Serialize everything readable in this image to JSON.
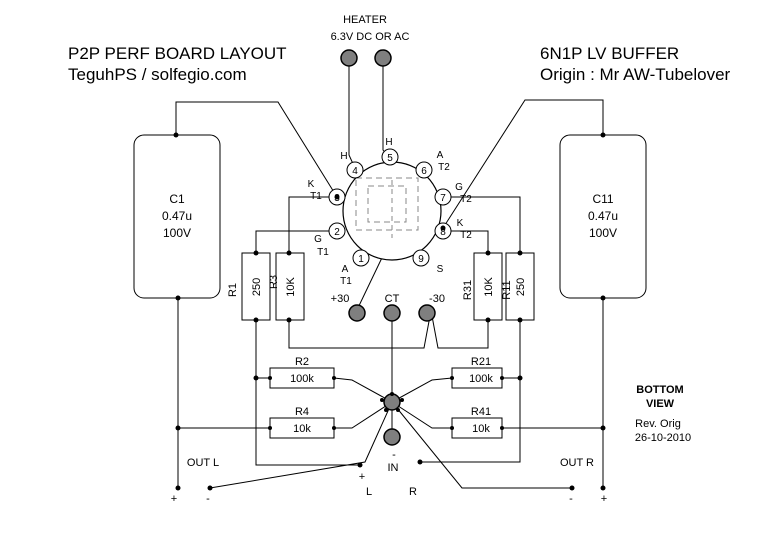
{
  "header": {
    "left_title": "P2P PERF BOARD LAYOUT",
    "left_subtitle": "TeguhPS / solfegio.com",
    "right_title": "6N1P LV BUFFER",
    "right_subtitle": "Origin : Mr AW-Tubelover",
    "heater_label": "HEATER",
    "heater_sub": "6.3V DC OR AC"
  },
  "capacitors": {
    "c1": {
      "name": "C1",
      "value": "0.47u",
      "rating": "100V"
    },
    "c11": {
      "name": "C11",
      "value": "0.47u",
      "rating": "100V"
    }
  },
  "resistors": {
    "r1": {
      "name": "R1",
      "value": "250"
    },
    "r3": {
      "name": "R3",
      "value": "10K"
    },
    "r31": {
      "name": "R31",
      "value": "10K"
    },
    "r11": {
      "name": "R11",
      "value": "250"
    },
    "r2": {
      "name": "R2",
      "value": "100k"
    },
    "r21": {
      "name": "R21",
      "value": "100k"
    },
    "r4": {
      "name": "R4",
      "value": "10k"
    },
    "r41": {
      "name": "R41",
      "value": "10k"
    }
  },
  "tube": {
    "pins": [
      "1",
      "2",
      "3",
      "4",
      "5",
      "6",
      "7",
      "8",
      "9"
    ],
    "pin_labels": {
      "p1": [
        "A",
        "T1"
      ],
      "p2": [
        "G",
        "T1"
      ],
      "p3": [
        "K",
        "T1"
      ],
      "p4": "H",
      "p5": "H",
      "p6": [
        "A",
        "T2"
      ],
      "p7": [
        "G",
        "T2"
      ],
      "p8": [
        "K",
        "T2"
      ],
      "p9": "S"
    }
  },
  "supply": {
    "plus": "+30",
    "ct": "CT",
    "minus": "-30"
  },
  "input": {
    "label": "IN",
    "minus": "-",
    "left_plus": "+",
    "left_label": "L",
    "right_label": "R"
  },
  "outputs": {
    "left_label": "OUT L",
    "right_label": "OUT R",
    "plus": "+",
    "minus": "-"
  },
  "notes": {
    "bottom": "BOTTOM",
    "view": "VIEW",
    "rev": "Rev. Orig",
    "date": "26-10-2010"
  }
}
